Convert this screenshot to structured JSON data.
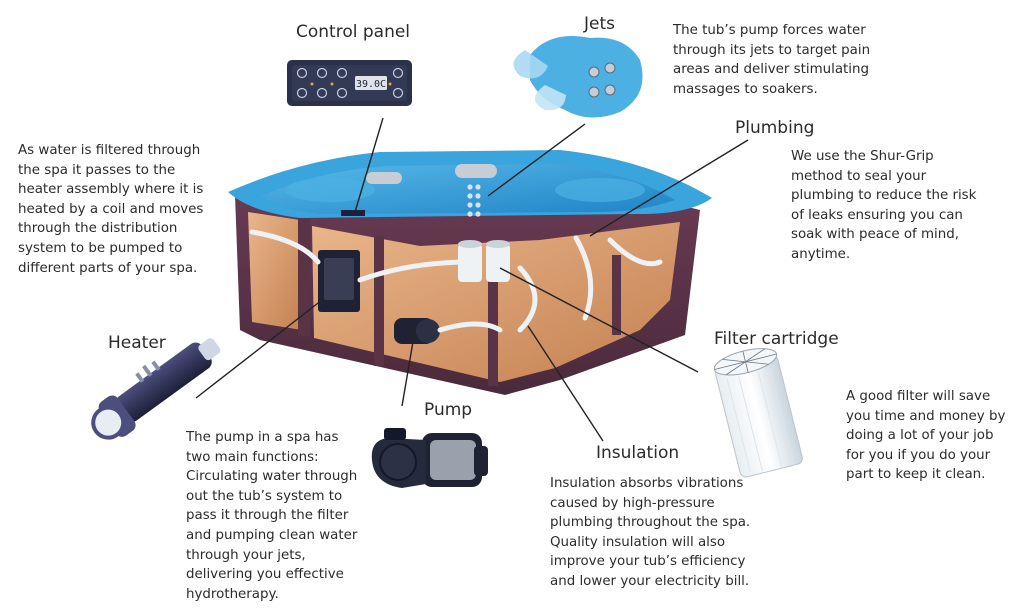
{
  "components": {
    "control_panel": {
      "title": "Control panel",
      "display": "39.0C"
    },
    "jets": {
      "title": "Jets",
      "description": "The tub’s pump forces water\nthrough its jets to target pain\nareas and deliver stimulating\nmassages to soakers."
    },
    "plumbing": {
      "title": "Plumbing",
      "description": "We use the Shur-Grip\nmethod to seal your\nplumbing to reduce the risk\nof leaks ensuring you can\nsoak with peace of mind,\nanytime."
    },
    "heater": {
      "title": "Heater",
      "description": "As water is filtered through\nthe spa it passes to the\nheater assembly where it is\nheated by a coil and moves\nthrough the distribution\nsystem to be pumped to\ndifferent parts of your spa."
    },
    "pump": {
      "title": "Pump",
      "description": "The pump in a spa has\ntwo main functions:\nCirculating water through\nout the tub’s system to\npass it through the filter\nand pumping clean water\nthrough your jets,\ndelivering you effective\nhydrotherapy."
    },
    "insulation": {
      "title": "Insulation",
      "description": "Insulation absorbs vibrations\ncaused by high-pressure\nplumbing throughout the spa.\nQuality insulation will also\nimprove your tub’s efficiency\nand lower your electricity bill."
    },
    "filter_cartridge": {
      "title": "Filter cartridge",
      "description": "A good filter will save\nyou time and money by\ndoing a lot of your job\nfor you if you do your\npart to keep it clean."
    }
  },
  "colors": {
    "water": "#2f9bd6",
    "shell": "#5a3347",
    "insulation": "#d79a6a",
    "leader_line": "#222222",
    "panel": "#2a3148",
    "text": "#2b2b2b"
  }
}
